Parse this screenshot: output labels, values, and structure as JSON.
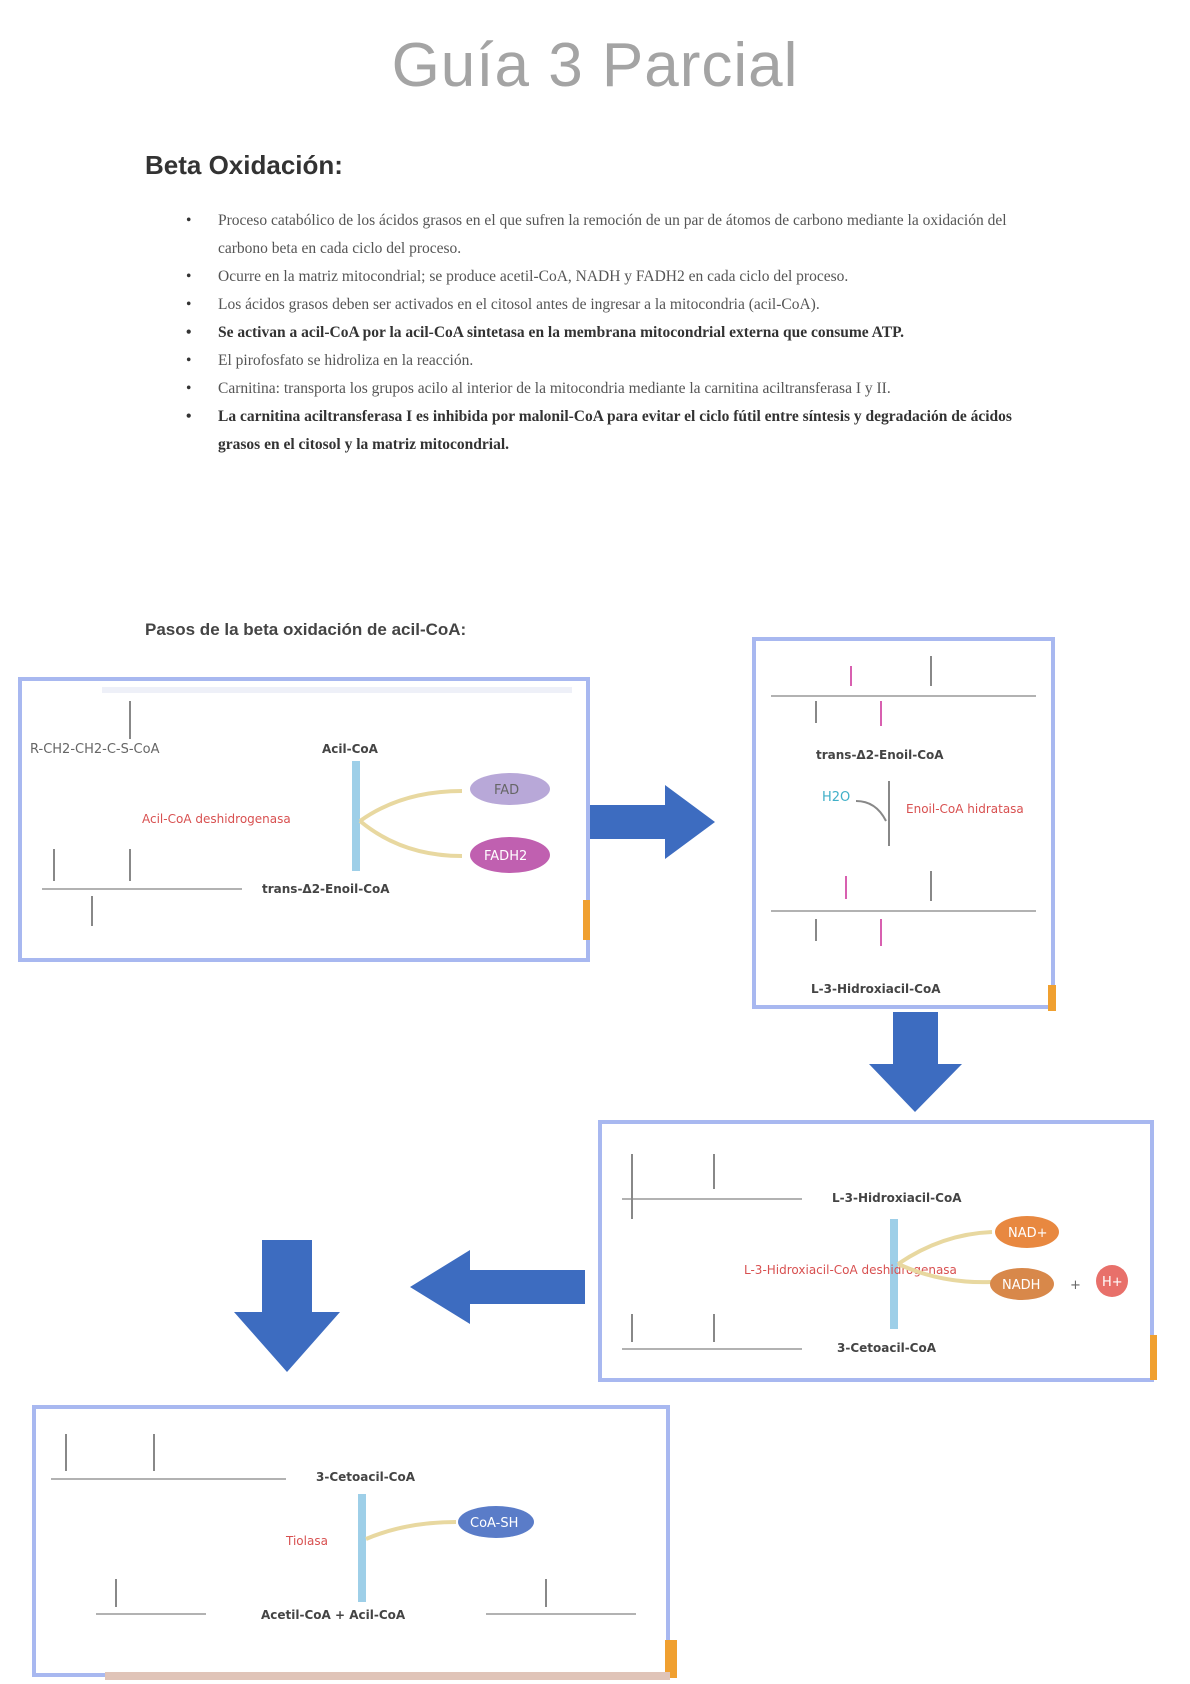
{
  "document": {
    "title": "Guía 3 Parcial",
    "section_heading": "Beta Oxidación:",
    "bullets": [
      {
        "text": "Proceso catabólico de los ácidos grasos en el que sufren la remoción de un par de átomos de carbono mediante la oxidación del carbono beta en cada ciclo del proceso.",
        "bold": false
      },
      {
        "text": "Ocurre en la matriz mitocondrial; se produce acetil-CoA, NADH y FADH2 en cada ciclo del proceso.",
        "bold": false
      },
      {
        "text": "Los ácidos grasos deben ser activados en el citosol antes de ingresar a la mitocondria (acil-CoA).",
        "bold": false
      },
      {
        "text": "Se activan a acil-CoA por la acil-CoA sintetasa en la membrana mitocondrial externa que consume ATP.",
        "bold": true
      },
      {
        "text": "El pirofosfato se hidroliza en la reacción.",
        "bold": false
      },
      {
        "text": "Carnitina: transporta los grupos acilo al interior de la mitocondria mediante la carnitina aciltransferasa I y II.",
        "bold": false
      },
      {
        "text": "La carnitina aciltransferasa I es inhibida por malonil-CoA para evitar el ciclo fútil entre síntesis y degradación de ácidos grasos en el citosol y la matriz mitocondrial.",
        "bold": true
      }
    ],
    "pasos_heading": "Pasos de la beta oxidación de acil-CoA:"
  },
  "diagram": {
    "step1": {
      "enzyme": "Acil-CoA",
      "enzyme_name": "Acil-CoA deshidrogenasa",
      "cofactor_in": "FAD",
      "cofactor_out": "FADH2",
      "substrate": "R-CH2-CH2-C-S-CoA",
      "product": "trans-Δ2-Enoil-CoA"
    },
    "step2": {
      "enzyme_name": "Enoil-CoA hidratasa",
      "reagent": "H2O",
      "top_label": "trans-Δ2-Enoil-CoA",
      "bottom_label": "L-3-Hidroxiacil-CoA"
    },
    "step3": {
      "enzyme": "L-3-Hidroxiacil-CoA",
      "enzyme_name": "L-3-Hidroxiacil-CoA deshidrogenasa",
      "cofactor_in": "NAD+",
      "cofactor_out": "NADH",
      "extra": "H+",
      "product": "3-Cetoacil-CoA"
    },
    "step4": {
      "enzyme": "3-Cetoacil-CoA",
      "enzyme_name": "Tiolasa",
      "cofactor_in": "CoA-SH",
      "product": "Acetil-CoA + Acil-CoA"
    }
  },
  "colors": {
    "panel_border": "#a8b8f0",
    "arrow_fill": "#3d6cc0",
    "enzyme_bar": "#9ecfe8",
    "accent_orange": "#f0a030",
    "red_text": "#d85050",
    "pink": "#d860b0"
  }
}
